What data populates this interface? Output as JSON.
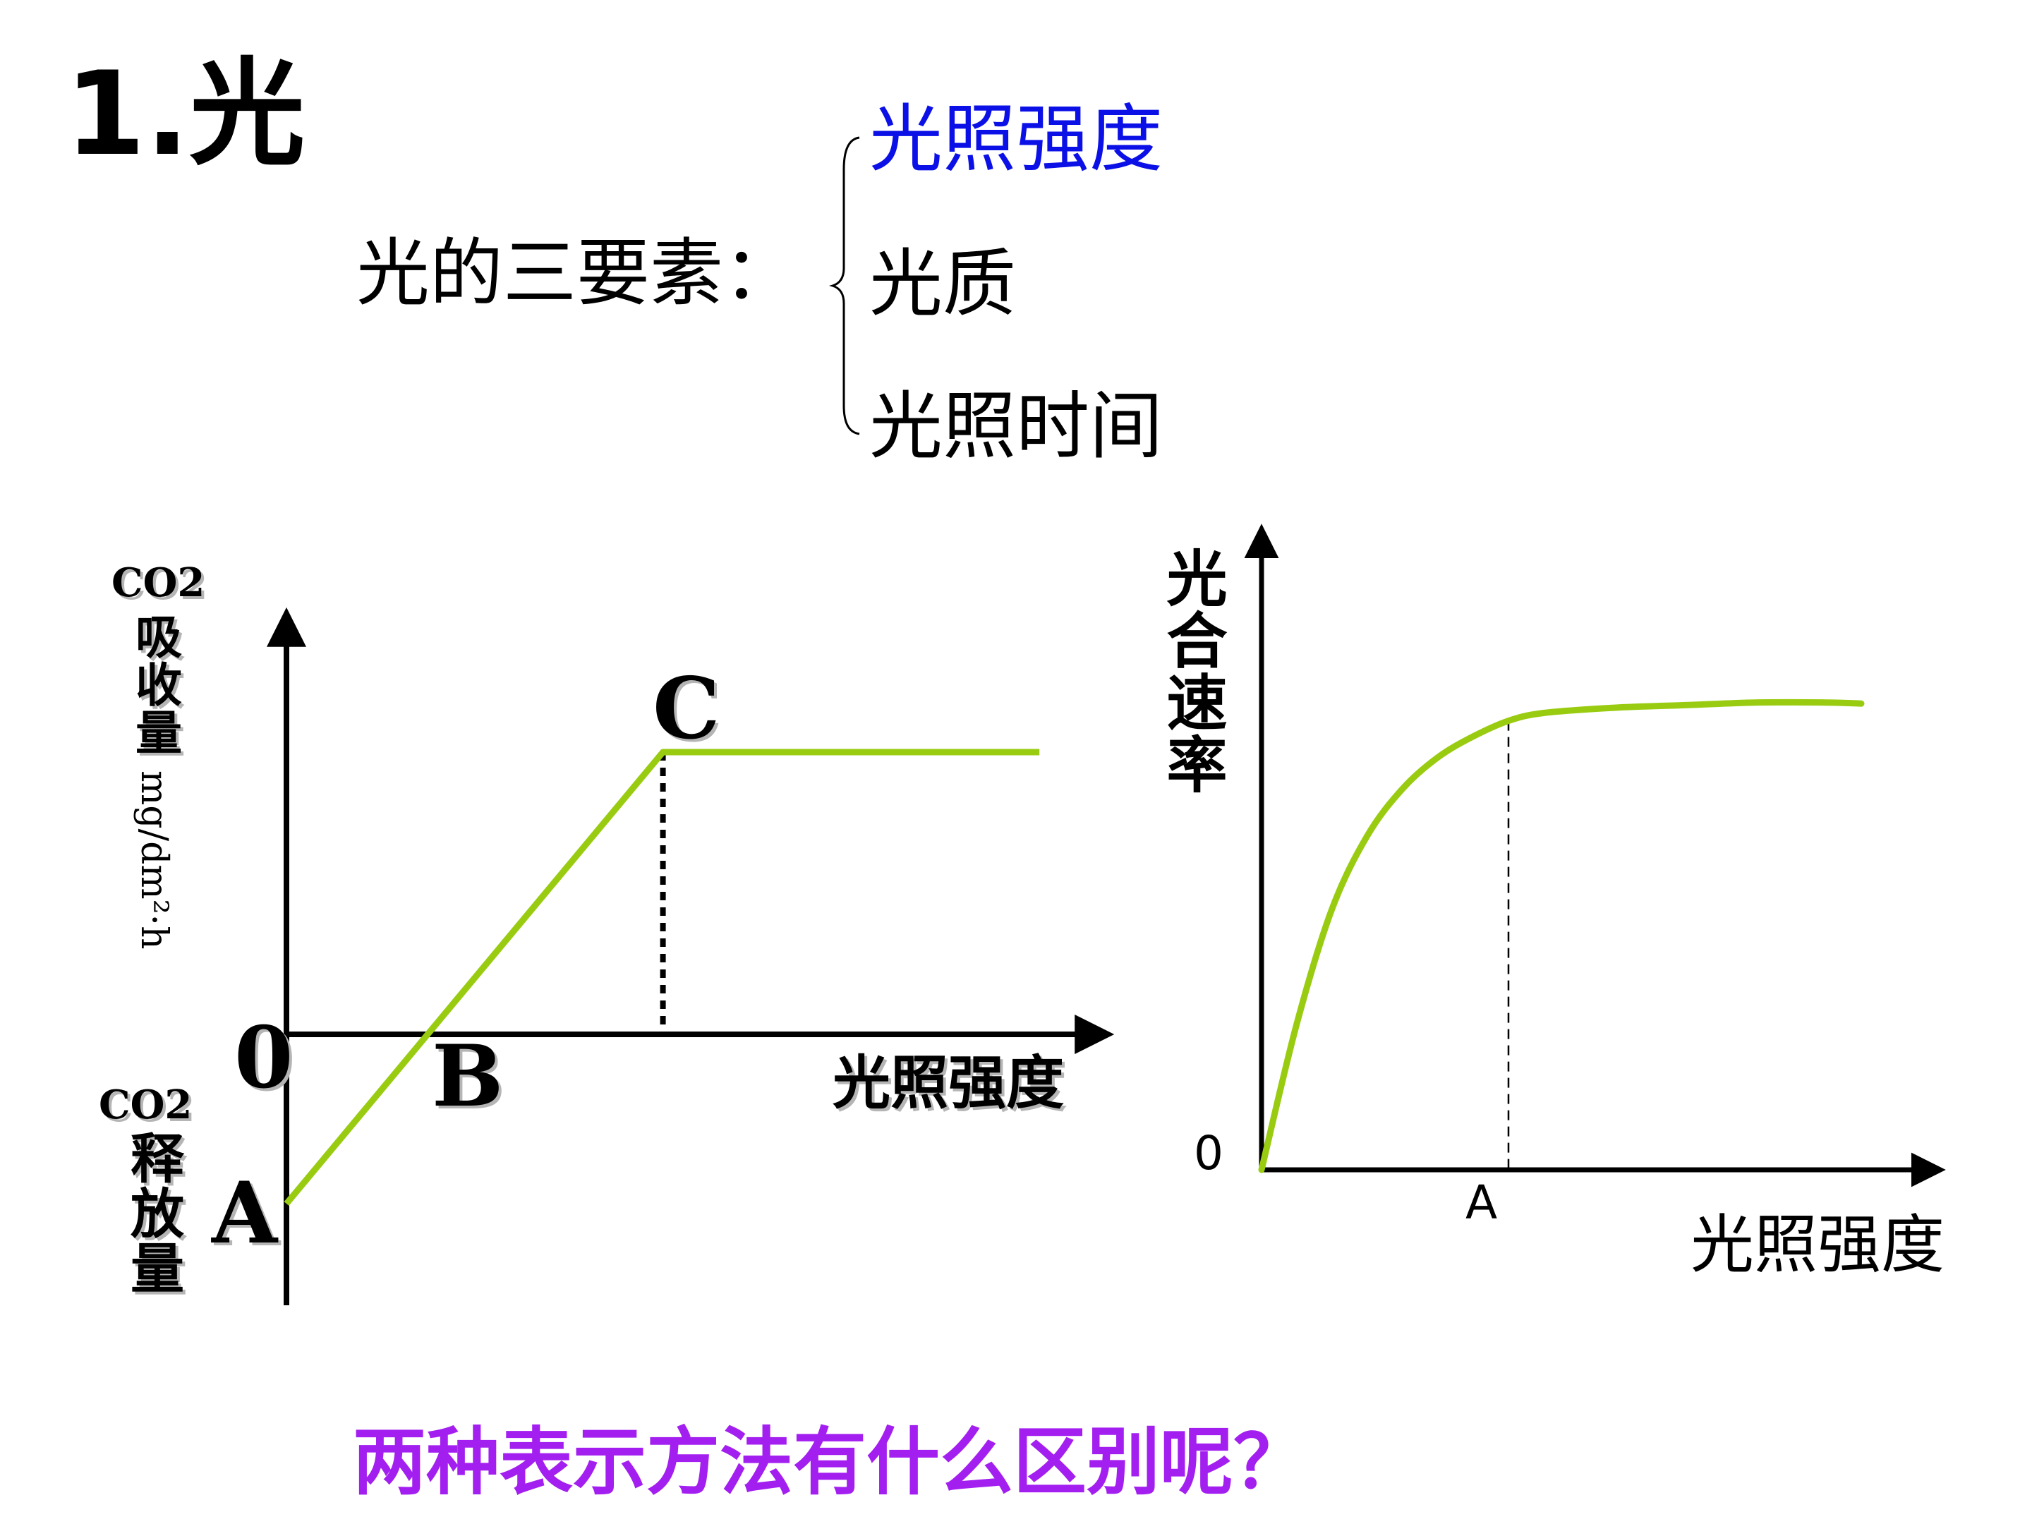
{
  "slide": {
    "heading": "1.光",
    "three_elements_label": "光的三要素：",
    "elements": [
      "光照强度",
      "光质",
      "光照时间"
    ],
    "question": "两种表示方法有什么区别呢？"
  },
  "colors": {
    "curve": "#99cc10",
    "emphasis": "#0b10e6",
    "question": "#a31ff0",
    "axis": "#000000"
  },
  "chart_data": [
    {
      "type": "line",
      "xlabel": "光照强度",
      "ylabel_top": {
        "co2": "CO2",
        "cn": "吸收量",
        "unit": "mg/dm²·h"
      },
      "ylabel_bottom": {
        "co2": "CO2",
        "cn": "释放量"
      },
      "xlim": [
        0,
        10
      ],
      "ylim": [
        -2,
        4
      ],
      "grid": false,
      "points": [
        {
          "label": "A",
          "x": 0,
          "y": -1.2
        },
        {
          "label": "B",
          "x": 1.8,
          "y": 0
        },
        {
          "label": "C",
          "x": 4.6,
          "y": 2.0
        }
      ],
      "series": [
        {
          "x": [
            0,
            4.6,
            9.2
          ],
          "y": [
            -1.2,
            2.0,
            2.0
          ]
        }
      ],
      "origin_label": "0",
      "guide_x": 4.6
    },
    {
      "type": "line",
      "xlabel": "光照强度",
      "ylabel": "光合速率",
      "xlim": [
        0,
        10
      ],
      "ylim": [
        0,
        10
      ],
      "grid": false,
      "origin_label": "0",
      "x_tick_labels": [
        "A"
      ],
      "guide_x": 3.5,
      "series": [
        {
          "x": [
            0,
            0.5,
            1.0,
            1.5,
            2.0,
            2.5,
            3.0,
            3.5,
            4.0,
            5.0,
            6.0,
            7.0,
            8.0,
            8.5
          ],
          "y": [
            0,
            2.8,
            5.0,
            6.4,
            7.3,
            7.9,
            8.3,
            8.6,
            8.75,
            8.85,
            8.9,
            8.95,
            8.95,
            8.93
          ]
        }
      ]
    }
  ]
}
